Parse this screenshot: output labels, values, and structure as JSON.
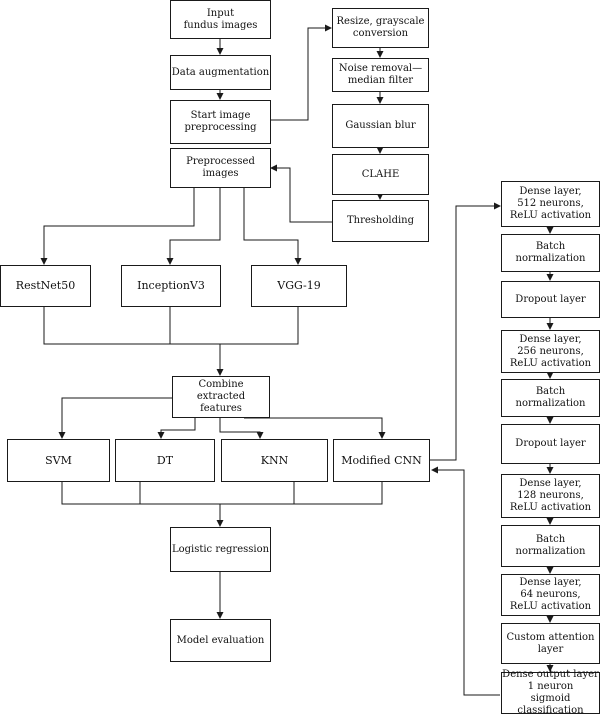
{
  "nodes": {
    "input": "Input\nfundus images",
    "augment": "Data augmentation",
    "start": "Start image\npreprocessing",
    "resize": "Resize, grayscale\nconversion",
    "noise": "Noise removal—\nmedian filter",
    "gaussian": "Gaussian blur",
    "clahe": "CLAHE",
    "threshold": "Thresholding",
    "preprocessed": "Preprocessed\nimages",
    "resnet": "RestNet50",
    "inception": "InceptionV3",
    "vgg": "VGG-19",
    "combine": "Combine extracted\nfeatures",
    "svm": "SVM",
    "dt": "DT",
    "knn": "KNN",
    "mcnn": "Modified CNN",
    "logreg": "Logistic regression",
    "evaluation": "Model evaluation",
    "dense512": "Dense layer,\n512 neurons,\nReLU activation",
    "bn1": "Batch normalization",
    "drop1": "Dropout layer",
    "dense256": "Dense layer,\n256 neurons,\nReLU activation",
    "bn2": "Batch normalization",
    "drop2": "Dropout layer",
    "dense128": "Dense layer,\n128 neurons,\nReLU activation",
    "bn3": "Batch normalization",
    "dense64": "Dense layer,\n64 neurons,\nReLU activation",
    "attention": "Custom attention\nlayer",
    "output": "Dense output layer\n1 neuron\nsigmoid classification"
  }
}
